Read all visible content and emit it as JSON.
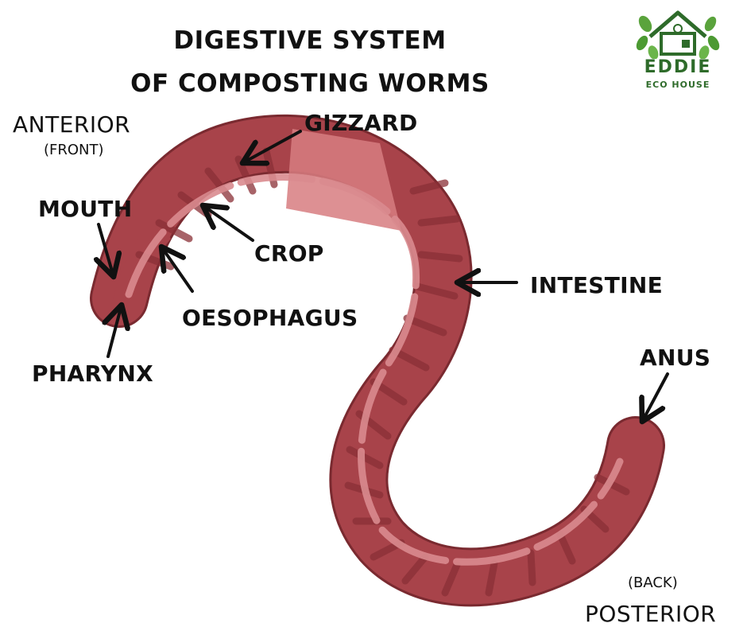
{
  "title": {
    "line1": "DIGESTIVE SYSTEM",
    "line2": "OF COMPOSTING WORMS"
  },
  "logo": {
    "name": "EDDIE",
    "subtitle": "ECO HOUSE"
  },
  "orientation": {
    "anterior": "ANTERIOR",
    "anterior_note": "(FRONT)",
    "posterior": "POSTERIOR",
    "posterior_note": "(BACK)"
  },
  "labels": {
    "gizzard": "GIZZARD",
    "mouth": "MOUTH",
    "crop": "CROP",
    "oesophagus": "OESOPHAGUS",
    "intestine": "INTESTINE",
    "pharynx": "PHARYNX",
    "anus": "ANUS"
  },
  "colors": {
    "worm_body": "#a8434a",
    "worm_outline": "#7a2a30",
    "gut_line": "#d98b8f",
    "segment_band": "#8a2f36",
    "gizzard": "#d77c80",
    "arrow": "#111111",
    "logo_green": "#2e6b2a"
  }
}
